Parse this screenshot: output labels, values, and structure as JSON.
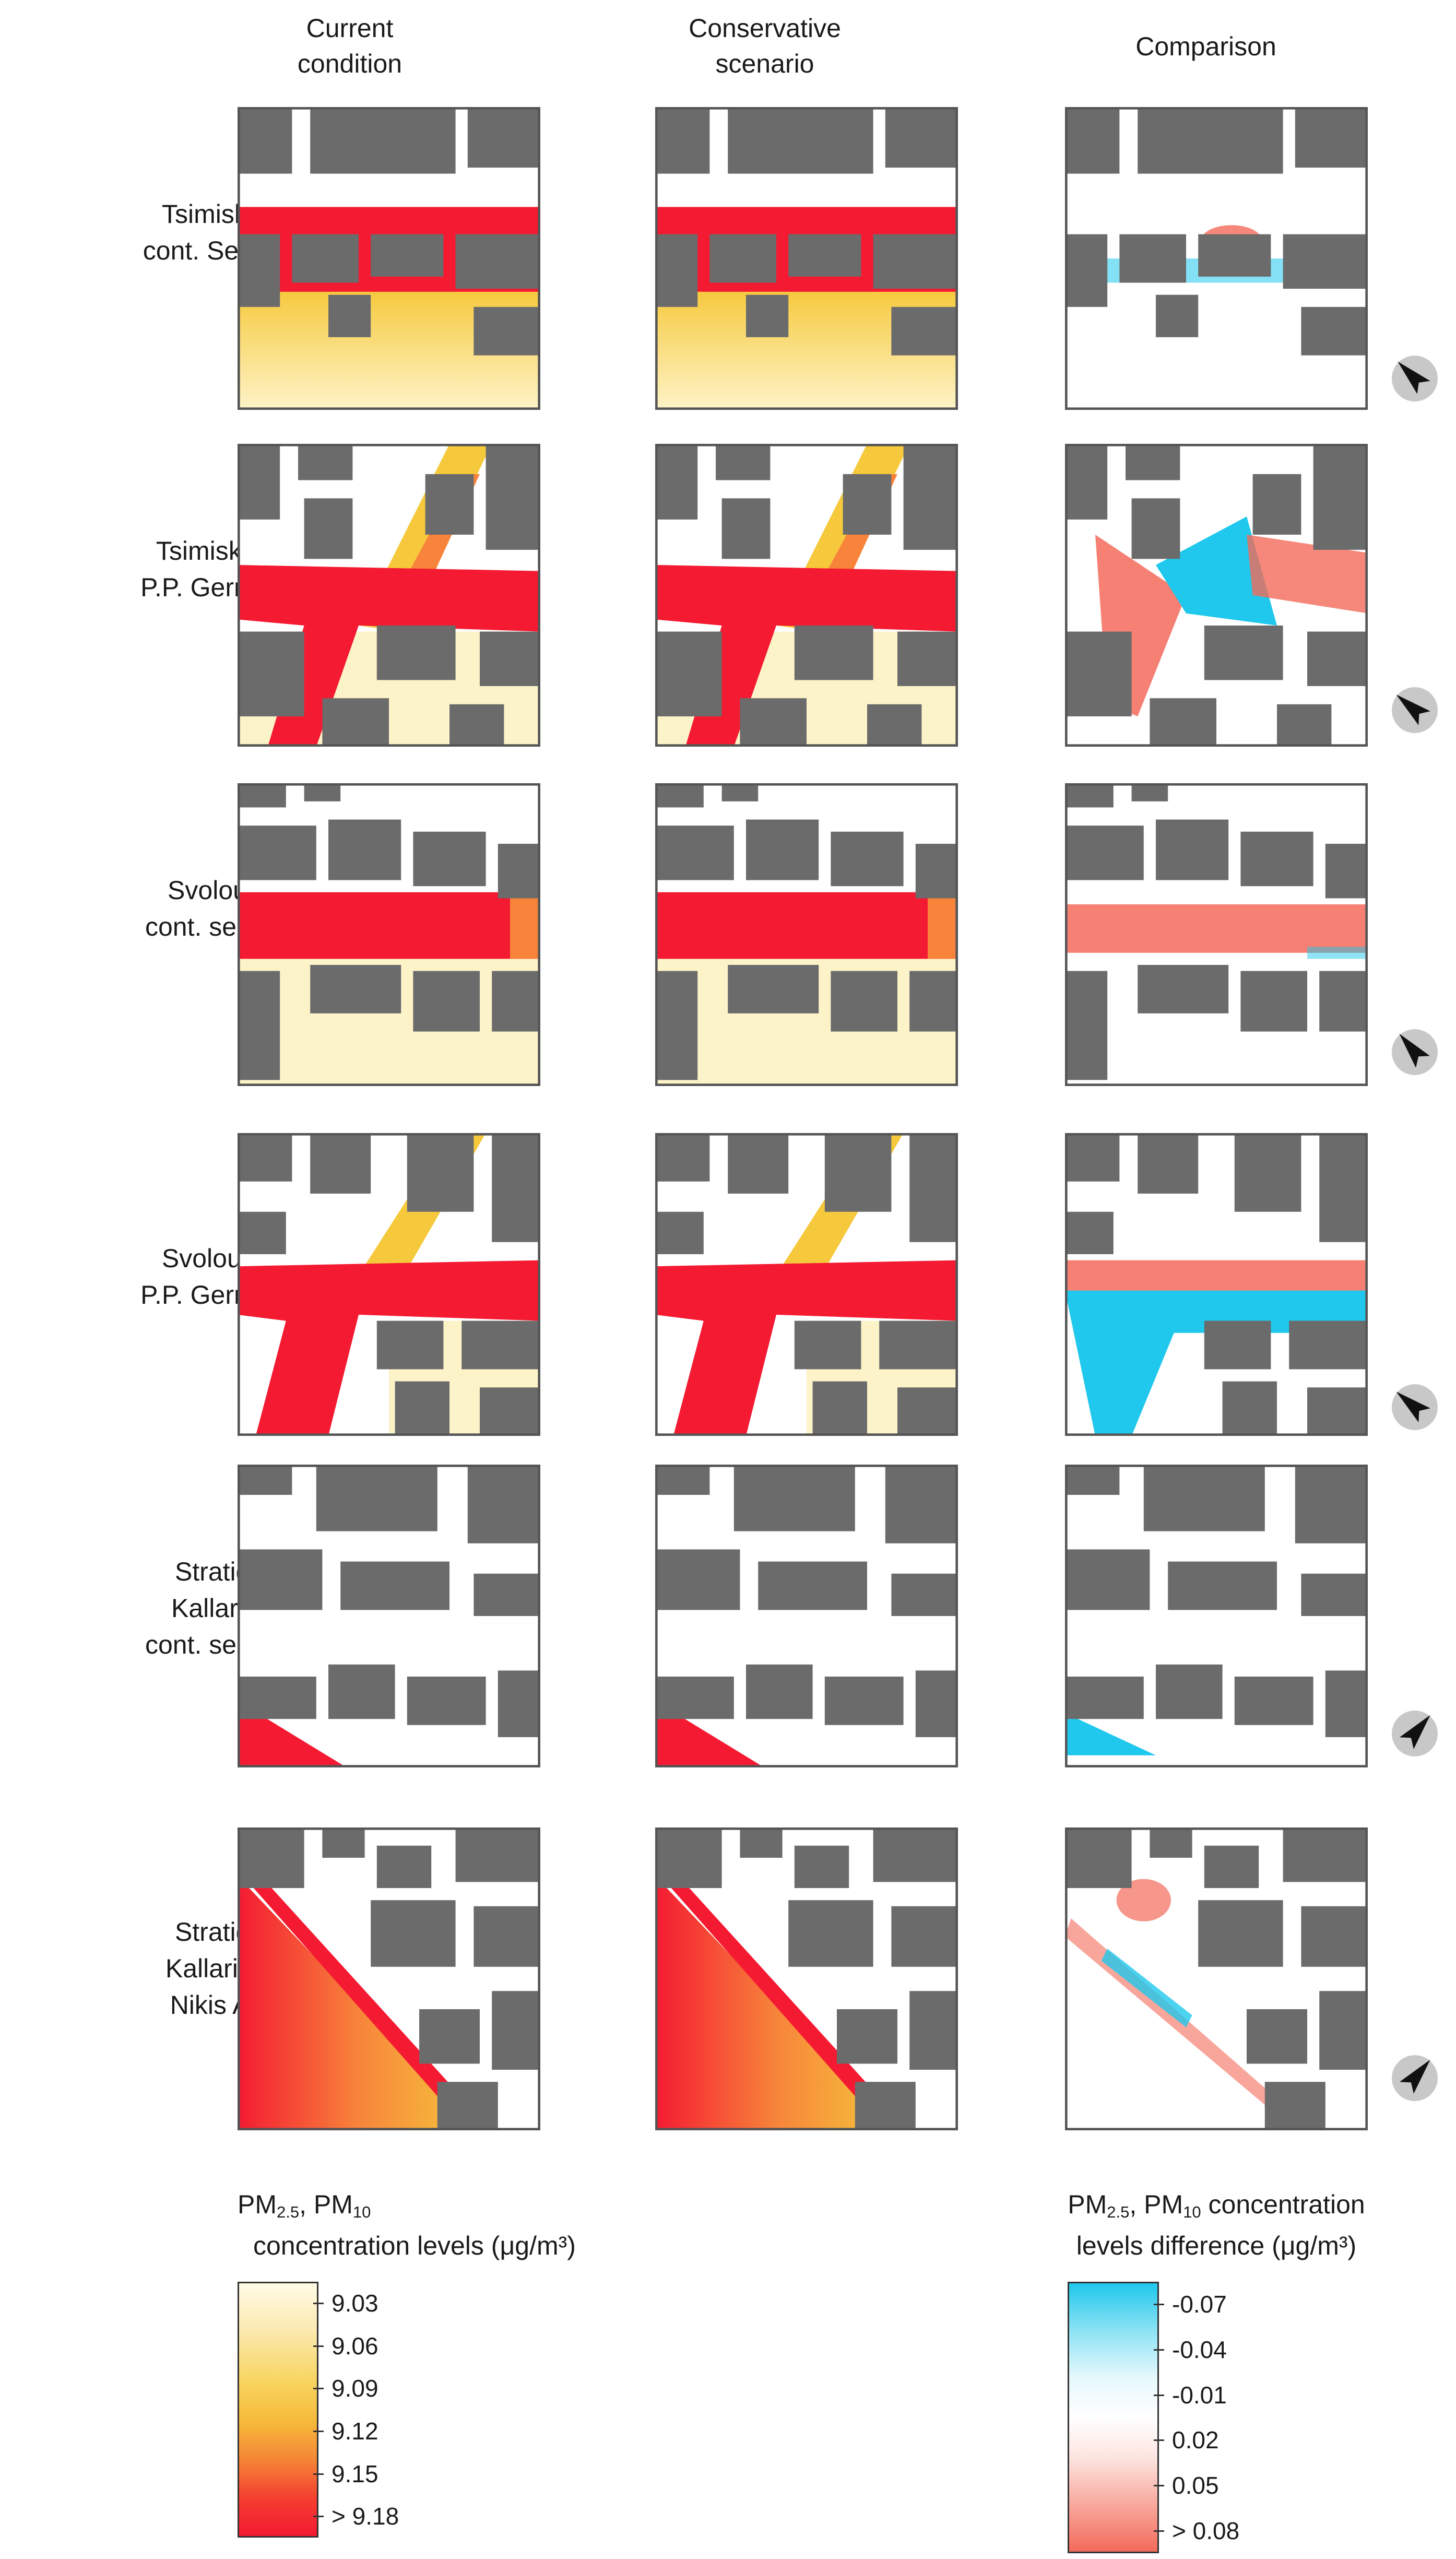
{
  "columns": {
    "current": "Current\ncondition",
    "conservative": "Conservative\nscenario",
    "comparison": "Comparison"
  },
  "rows": [
    {
      "label": "Tsimiski St.\ncont. Segment"
    },
    {
      "label": "Tsimiski and\nP.P. Germanou"
    },
    {
      "label": "Svolou St.\ncont. segment"
    },
    {
      "label": "Svolou and\nP.P. Germanou"
    },
    {
      "label": "Stratigou\nKallari St.\ncont. segment"
    },
    {
      "label": "Stratigou\nKallari and\nNikis Ave."
    }
  ],
  "legend_concentration": {
    "pm": "PM",
    "sub1": "2.5",
    "mid": ", PM",
    "sub2": "10",
    "title_rest": "concentration levels (μg/m³)",
    "ticks": [
      "9.03",
      "9.06",
      "9.09",
      "9.12",
      "9.15",
      "> 9.18"
    ]
  },
  "legend_difference": {
    "pm": "PM",
    "sub1": "2.5",
    "mid": ", PM",
    "sub2": "10",
    "title_rest1": "concentration",
    "title_rest2": "levels difference (μg/m³)",
    "ticks": [
      "-0.07",
      "-0.04",
      "-0.01",
      "0.02",
      "0.05",
      "> 0.08"
    ]
  },
  "colors": {
    "building": "#6b6b6b",
    "high": "#f41a32",
    "orange": "#f7843a",
    "yellow": "#f6c93c",
    "pale": "#fdf3c8",
    "negative": "#1fc8ec",
    "positive": "#f36a5a"
  },
  "compass_icon": "north-arrow-icon"
}
